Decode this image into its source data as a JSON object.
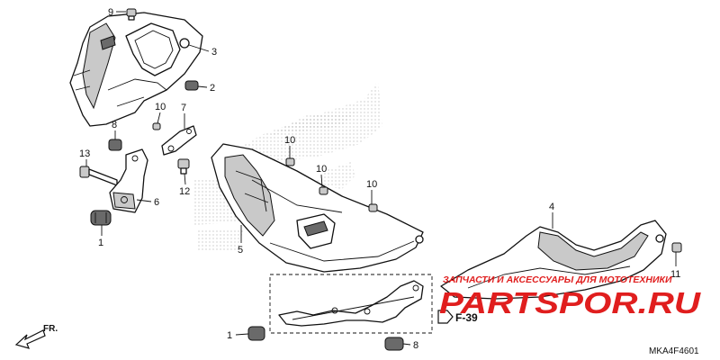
{
  "diagram": {
    "callouts": [
      {
        "id": "c9",
        "label": "9"
      },
      {
        "id": "c3",
        "label": "3"
      },
      {
        "id": "c2",
        "label": "2"
      },
      {
        "id": "c10a",
        "label": "10"
      },
      {
        "id": "c8a",
        "label": "8"
      },
      {
        "id": "c7",
        "label": "7"
      },
      {
        "id": "c13",
        "label": "13"
      },
      {
        "id": "c6",
        "label": "6"
      },
      {
        "id": "c12",
        "label": "12"
      },
      {
        "id": "c1a",
        "label": "1"
      },
      {
        "id": "c10b",
        "label": "10"
      },
      {
        "id": "c10c",
        "label": "10"
      },
      {
        "id": "c10d",
        "label": "10"
      },
      {
        "id": "c5",
        "label": "5"
      },
      {
        "id": "c4",
        "label": "4"
      },
      {
        "id": "c11",
        "label": "11"
      },
      {
        "id": "c1b",
        "label": "1"
      },
      {
        "id": "c8b",
        "label": "8"
      }
    ],
    "reference": "F-39",
    "front_label": "FR.",
    "diagram_code": "MKA4F4601"
  },
  "watermark": {
    "line1": "ЗАПЧАСТИ И АКСЕССУАРЫ ДЛЯ МОТОТЕХНИКИ",
    "line2": "PARTSPOR.RU",
    "color": "#e01e1e"
  }
}
